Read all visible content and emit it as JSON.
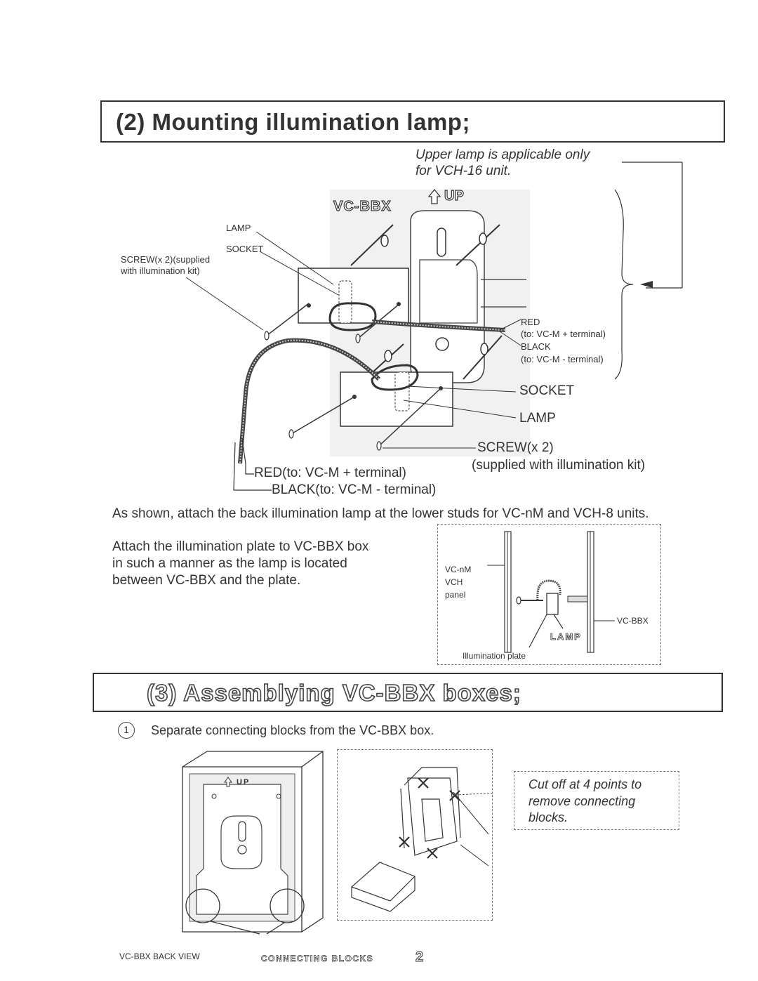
{
  "section2": {
    "title": "(2) Mounting illumination lamp;",
    "note_line1": "Upper lamp is applicable only",
    "note_line2": "for VCH-16 unit.",
    "box_label": "VC-BBX",
    "up_label": "UP",
    "labels": {
      "lamp_upper": "LAMP",
      "socket_upper": "SOCKET",
      "screw_upper_1": "SCREW(x 2)(supplied",
      "screw_upper_2": "with illumination kit)",
      "red_upper": "RED",
      "red_upper_to": "(to: VC-M + terminal)",
      "black_upper": "BLACK",
      "black_upper_to": "(to: VC-M - terminal)",
      "socket_lower": "SOCKET",
      "lamp_lower": "LAMP",
      "screw_lower": "SCREW(x 2)",
      "screw_lower_note": "(supplied with illumination kit)",
      "red_lower": "RED(to: VC-M + terminal)",
      "black_lower": "BLACK(to: VC-M - terminal)"
    },
    "paragraph1": "As shown, attach the back illumination lamp at the lower studs for VC-nM and VCH-8 units.",
    "paragraph2_line1": "Attach the illumination plate to VC-BBX box",
    "paragraph2_line2": "in such a manner as the lamp is located",
    "paragraph2_line3": "between VC-BBX and the plate.",
    "side_diagram": {
      "panel_line1": "VC-nM",
      "panel_line2": "VCH",
      "panel_line3": "panel",
      "box": "VC-BBX",
      "lamp": "LAMP",
      "plate": "Illumination plate"
    }
  },
  "section3": {
    "title": "(3) Assemblying VC-BBX boxes;",
    "step_number": "1",
    "step_text": "Separate connecting blocks from the VC-BBX box.",
    "callout_line1": "Cut off at 4 points to",
    "callout_line2": "remove connecting",
    "callout_line3": "blocks.",
    "back_view_up": "UP",
    "back_view_label": "VC-BBX  BACK VIEW",
    "connecting_blocks_label": "CONNECTING  BLOCKS"
  },
  "page_number": "2"
}
